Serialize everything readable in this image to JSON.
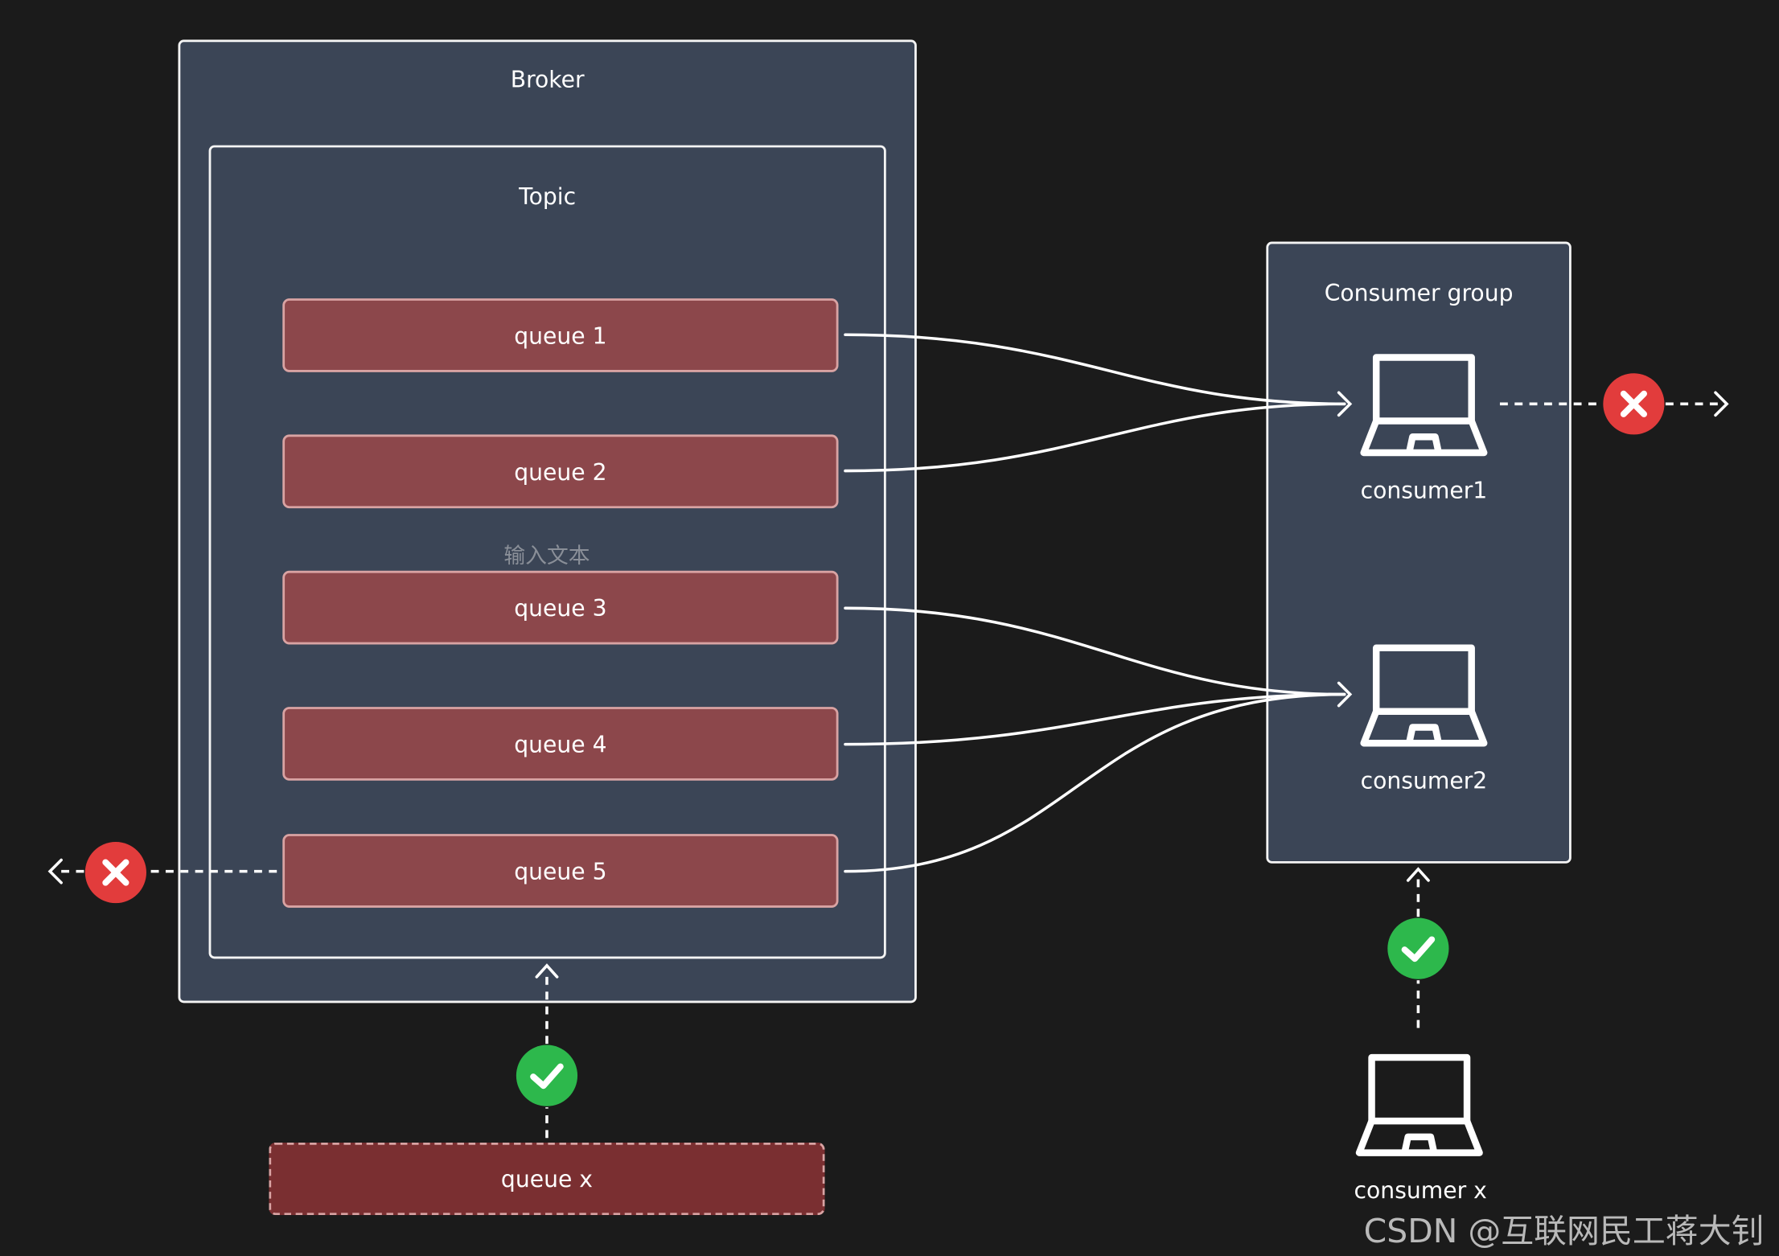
{
  "colors": {
    "background": "#1b1b1b",
    "panel": "#3b4556",
    "panel_border": "#f4f4f4",
    "queue_fill": "#8c474b",
    "queue_border": "#d9a3a3",
    "queue_x_fill": "#7a2f31",
    "reject": "#e23c3c",
    "accept": "#2db84c"
  },
  "broker": {
    "title": "Broker",
    "topic": {
      "title": "Topic",
      "placeholder": "输入文本",
      "queues": [
        {
          "label": "queue 1"
        },
        {
          "label": "queue 2"
        },
        {
          "label": "queue 3"
        },
        {
          "label": "queue 4"
        },
        {
          "label": "queue 5"
        }
      ]
    }
  },
  "new_queue": {
    "label": "queue x"
  },
  "consumer_group": {
    "title": "Consumer group",
    "consumers": [
      {
        "label": "consumer1",
        "icon": "laptop-icon"
      },
      {
        "label": "consumer2",
        "icon": "laptop-icon"
      }
    ]
  },
  "new_consumer": {
    "label": "consumer x",
    "icon": "laptop-icon"
  },
  "badges": {
    "reject_icon": "x-circle-icon",
    "accept_icon": "check-circle-icon"
  },
  "watermark": "CSDN @互联网民工蒋大钊"
}
